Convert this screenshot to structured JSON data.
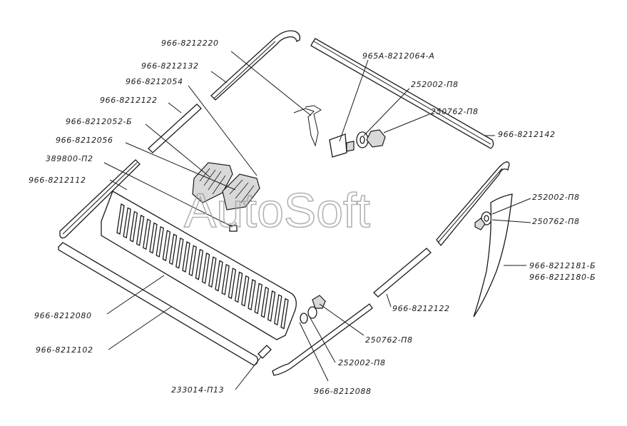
{
  "watermark": "AutoSoft",
  "labels": {
    "l01": "966-8212220",
    "l02": "966-8212132",
    "l03": "966-8212054",
    "l04": "966-8212122",
    "l05": "966-8212052-Б",
    "l06": "966-8212056",
    "l07": "389800-П2",
    "l08": "966-8212112",
    "l09": "965А-8212064-А",
    "l10": "252002-П8",
    "l11": "250762-П8",
    "l12": "966-8212142",
    "l13": "252002-П8",
    "l14": "250762-П8",
    "l15": "966-8212181-Б",
    "l16": "966-8212180-Б",
    "l17": "966-8212122",
    "l18": "250762-П8",
    "l19": "252002-П8",
    "l20": "966-8212088",
    "l21": "966-8212080",
    "l22": "966-8212102",
    "l23": "233014-П13"
  }
}
